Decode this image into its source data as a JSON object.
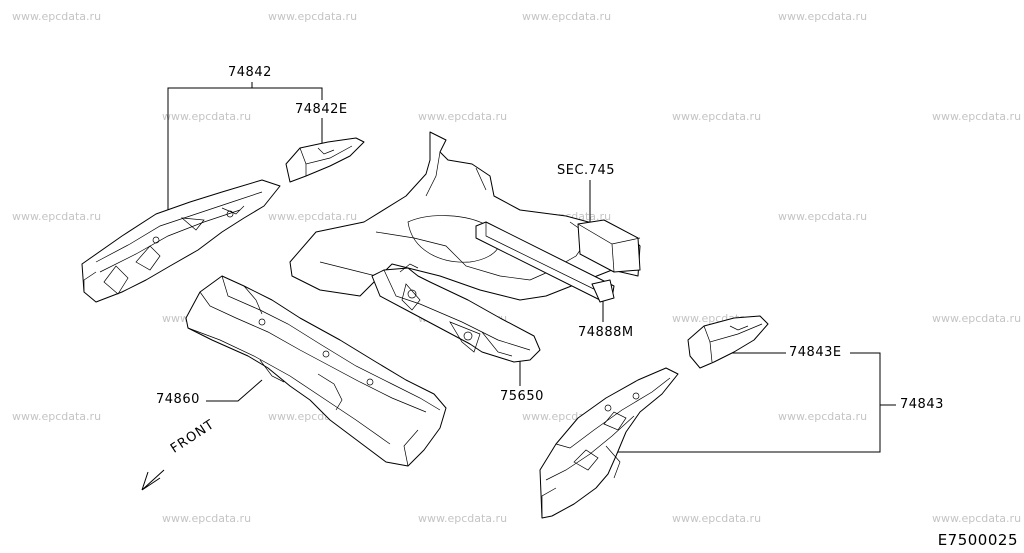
{
  "watermark": "www.epcdata.ru",
  "parts": {
    "p74842": "74842",
    "p74842E": "74842E",
    "sec745": "SEC.745",
    "p74888M": "74888M",
    "p74860": "74860",
    "p75650": "75650",
    "p74843E": "74843E",
    "p74843": "74843"
  },
  "front_label": "FRONT",
  "diagram_code": "E7500025"
}
